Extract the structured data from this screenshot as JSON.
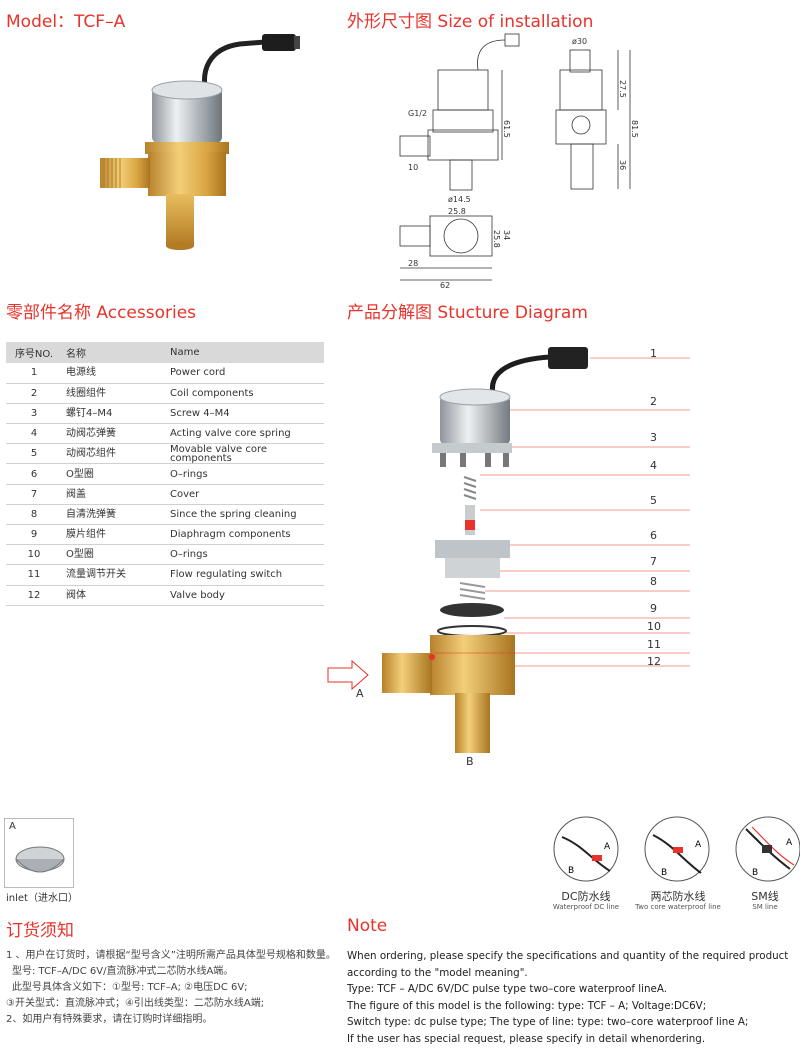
{
  "headings": {
    "model": "Model：TCF–A",
    "size": "外形尺寸图 Size of installation",
    "accessories": "零部件名称 Accessories",
    "structure": "产品分解图 Stucture Diagram",
    "order": "订货须知",
    "note": "Note"
  },
  "table": {
    "headers": [
      "序号NO.",
      "名称",
      "Name"
    ],
    "rows": [
      {
        "no": "1",
        "zh": "电源线",
        "en": "Power cord"
      },
      {
        "no": "2",
        "zh": "线圈组件",
        "en": "Coil components"
      },
      {
        "no": "3",
        "zh": "螺钉4–M4",
        "en": "Screw 4–M4"
      },
      {
        "no": "4",
        "zh": "动阀芯弹簧",
        "en": "Acting valve core spring"
      },
      {
        "no": "5",
        "zh": "动阀芯组件",
        "en": "Movable valve core components"
      },
      {
        "no": "6",
        "zh": "O型圈",
        "en": "O–rings"
      },
      {
        "no": "7",
        "zh": "阀盖",
        "en": "Cover"
      },
      {
        "no": "8",
        "zh": "自清洗弹簧",
        "en": "Since the spring cleaning"
      },
      {
        "no": "9",
        "zh": "膜片组件",
        "en": "Diaphragm components"
      },
      {
        "no": "10",
        "zh": "O型圈",
        "en": "O–rings"
      },
      {
        "no": "11",
        "zh": "流量调节开关",
        "en": "Flow regulating switch"
      },
      {
        "no": "12",
        "zh": "阀体",
        "en": "Valve body"
      }
    ]
  },
  "dimensions": {
    "d30": "ø30",
    "g12": "G1/2",
    "h615": "61.5",
    "h275": "27.5",
    "h815": "81.5",
    "h36": "36",
    "w10": "10",
    "d145": "ø14.5",
    "w258": "25.8",
    "w258b": "25.8",
    "h34": "34",
    "w28": "28",
    "w62": "62"
  },
  "diagram": {
    "numbers": [
      "1",
      "2",
      "3",
      "4",
      "5",
      "6",
      "7",
      "8",
      "9",
      "10",
      "11",
      "12"
    ],
    "inlet_label": "A",
    "outlet_label": "B"
  },
  "inlet": {
    "box_label": "A",
    "caption": "inlet（进水口）"
  },
  "cables": [
    {
      "main": "DC防水线",
      "sub": "Waterproof  DC line"
    },
    {
      "main": "两芯防水线",
      "sub": "Two core waterproof line"
    },
    {
      "main": "SM线",
      "sub": "SM line"
    }
  ],
  "cable_letters": {
    "a": "A",
    "b": "B"
  },
  "order_zh": [
    "1 、用户在订货时，请根据“型号含义”注明所需产品具体型号规格和数量。",
    "型号: TCF–A/DC 6V/直流脉冲式二芯防水线A端。",
    "此型号具体含义如下：①型号: TCF–A; ②电压DC 6V;",
    "③开关型式：直流脉冲式；④引出线类型：二芯防水线A端;",
    "2、如用户有特殊要求，请在订购时详细指明。"
  ],
  "note_en": [
    "When ordering, please specify the specifications and quantity of the required product according to the \"model meaning\".",
    "Type: TCF – A/DC 6V/DC pulse type two–core waterproof lineA.",
    "The figure of this model is the following: type: TCF – A; Voltage:DC6V;",
    "Switch type: dc pulse type; The type of line: type: two–core waterproof line A;",
    "If the user has special request, please specify in detail whenordering."
  ],
  "colors": {
    "accent": "#e8322a",
    "brass": "#d9a441",
    "chrome": "#b9bfc4",
    "table_header": "#d9d9d9"
  }
}
